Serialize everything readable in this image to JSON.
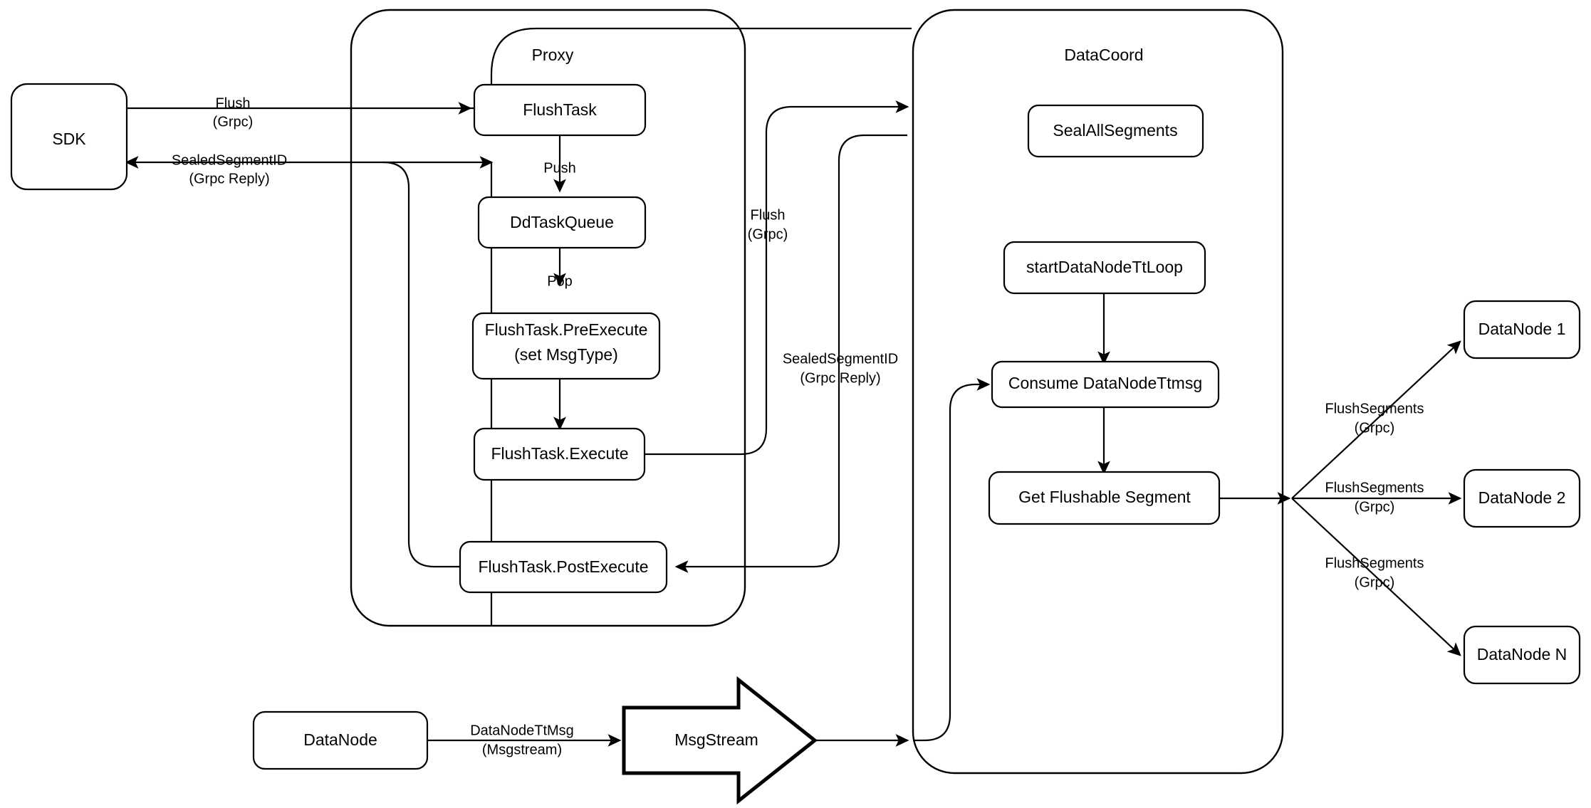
{
  "diagram": {
    "title_containers": [
      {
        "id": "proxy",
        "label": "Proxy"
      },
      {
        "id": "datacoord",
        "label": "DataCoord"
      }
    ],
    "nodes": {
      "sdk": "SDK",
      "flush_task": "FlushTask",
      "dd_task_queue": "DdTaskQueue",
      "pre_execute_line1": "FlushTask.PreExecute",
      "pre_execute_line2": "(set MsgType)",
      "execute": "FlushTask.Execute",
      "post_execute": "FlushTask.PostExecute",
      "seal_all_segments": "SealAllSegments",
      "start_datanode_ttloop": "startDataNodeTtLoop",
      "consume_datanode_ttmsg": "Consume DataNodeTtmsg",
      "get_flushable_segment": "Get Flushable Segment",
      "datanode_1": "DataNode 1",
      "datanode_2": "DataNode 2",
      "datanode_n": "DataNode N",
      "datanode_bottom": "DataNode",
      "msgstream": "MsgStream"
    },
    "edge_labels": {
      "sdk_to_proxy_l1": "Flush",
      "sdk_to_proxy_l2": "(Grpc)",
      "proxy_to_sdk_l1": "SealedSegmentID",
      "proxy_to_sdk_l2": "(Grpc Reply)",
      "push": "Push",
      "pop": "Pop",
      "proxy_to_coord_l1": "Flush",
      "proxy_to_coord_l2": "(Grpc)",
      "coord_to_proxy_l1": "SealedSegmentID",
      "coord_to_proxy_l2": "(Grpc Reply)",
      "flush_segments_1_l1": "FlushSegments",
      "flush_segments_1_l2": "(Grpc)",
      "flush_segments_2_l1": "FlushSegments",
      "flush_segments_2_l2": "(Grpc)",
      "flush_segments_n_l1": "FlushSegments",
      "flush_segments_n_l2": "(Grpc)",
      "datanode_ttmsg_l1": "DataNodeTtMsg",
      "datanode_ttmsg_l2": "(Msgstream)"
    },
    "colors": {
      "stroke": "#000000",
      "fill": "#ffffff",
      "text": "#000000"
    }
  }
}
